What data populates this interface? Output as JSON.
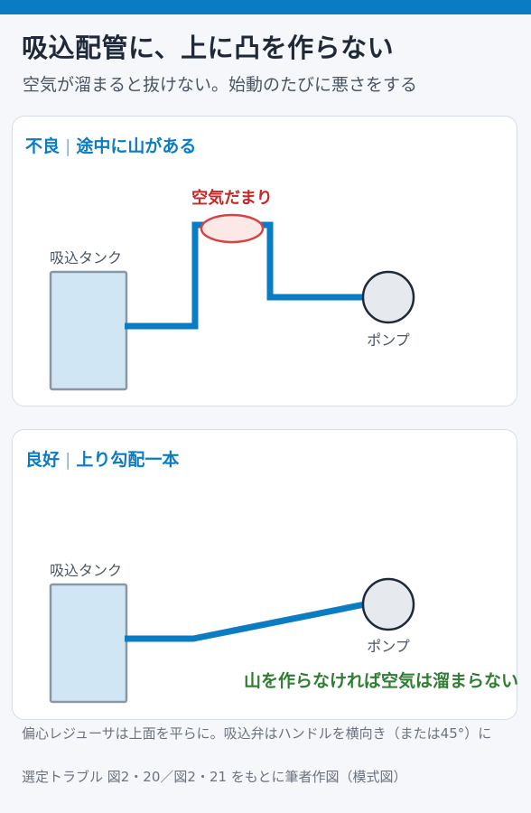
{
  "header": {
    "title": "吸込配管に、上に凸を作らない",
    "subtitle": "空気が溜まると抜けない。始動のたびに悪さをする"
  },
  "panels": {
    "bad": {
      "status": "不良",
      "separator": "|",
      "caption": "途中に山がある",
      "tank_label": "吸込タンク",
      "pump_label": "ポンプ",
      "air_label": "空気だまり"
    },
    "good": {
      "status": "良好",
      "separator": "|",
      "caption": "上り勾配一本",
      "tank_label": "吸込タンク",
      "pump_label": "ポンプ",
      "note": "山を作らなければ空気は溜まらない"
    }
  },
  "footnotes": {
    "note1": "偏心レジューサは上面を平らに。吸込弁はハンドルを横向き（または45°）に",
    "note2": "選定トラブル 図2・20／図2・21 をもとに筆者作図（模式図）"
  },
  "colors": {
    "accent": "#0a7cc4",
    "pipe": "#0a7cc4",
    "tank_fill": "#d0e6f5",
    "tank_stroke": "#8a96a3",
    "pump_fill": "#e6eaee",
    "air_stroke": "#d64545",
    "air_fill": "#fde8e8",
    "warning_text": "#c62828",
    "ok_text": "#2e7d32"
  }
}
